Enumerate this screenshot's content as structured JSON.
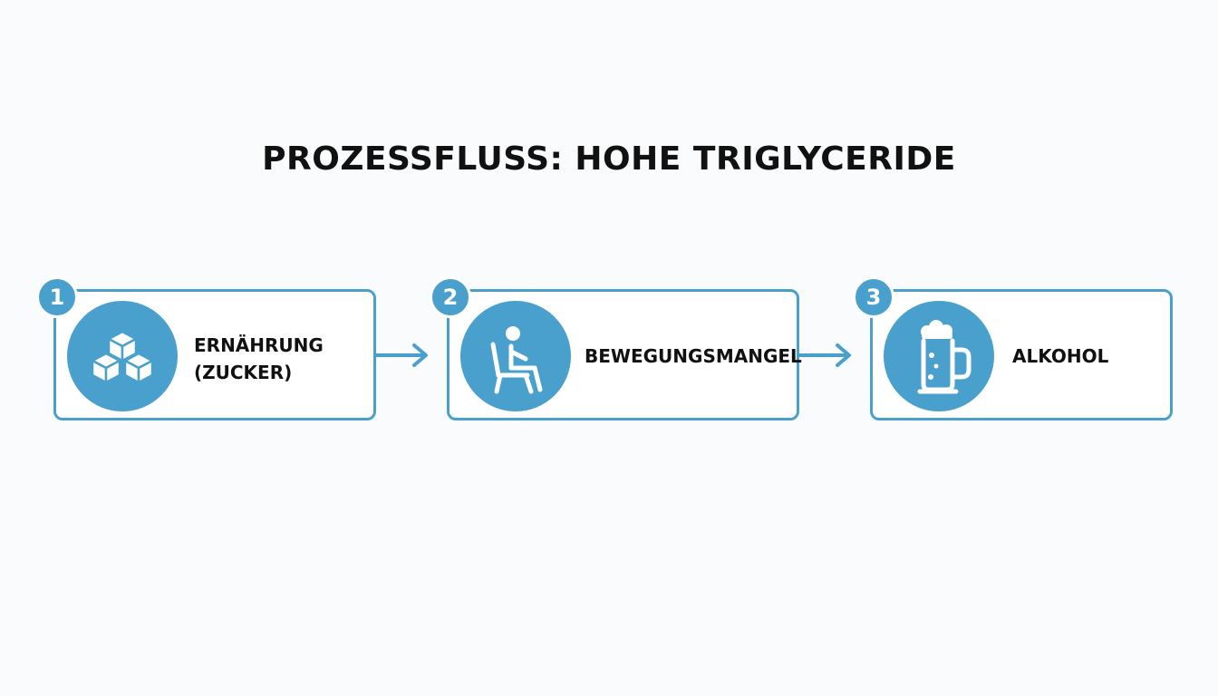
{
  "title": "PROZESSFLUSS: HOHE TRIGLYCERIDE",
  "colors": {
    "accent": "#4aa0cc",
    "text": "#111111",
    "background": "#fafbfc"
  },
  "steps": [
    {
      "number": "1",
      "label_line1": "ERNÄHRUNG",
      "label_line2": "(ZUCKER)",
      "icon": "sugar-cubes-icon"
    },
    {
      "number": "2",
      "label_line1": "BEWEGUNGSMANGEL",
      "icon": "sitting-person-icon"
    },
    {
      "number": "3",
      "label_line1": "ALKOHOL",
      "icon": "beer-mug-icon"
    }
  ]
}
